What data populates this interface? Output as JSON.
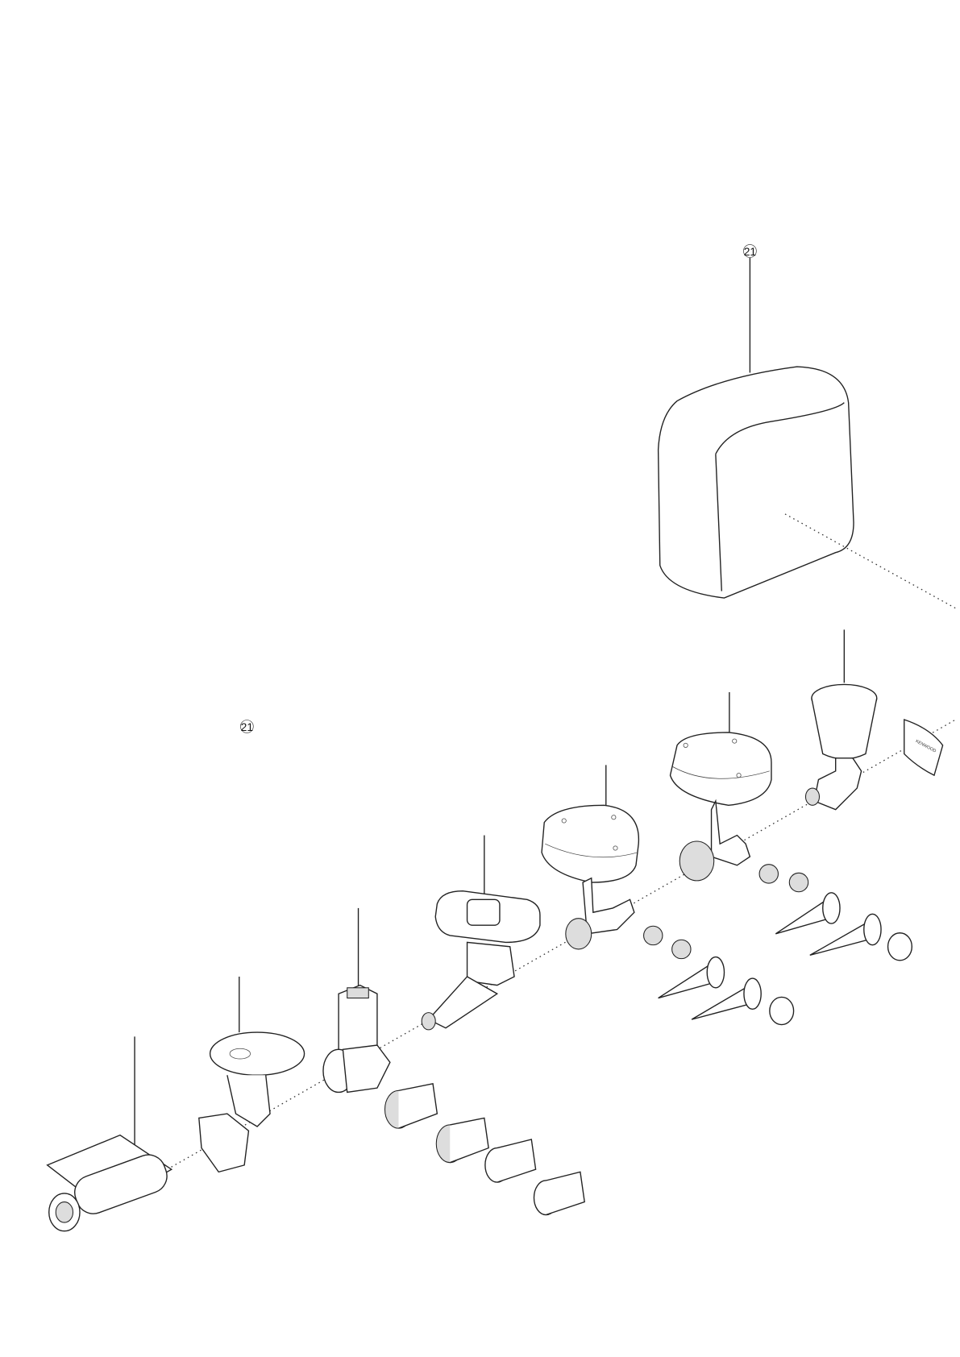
{
  "callouts": [
    {
      "label": "21",
      "target": "dust-cover"
    },
    {
      "label": "21"
    }
  ],
  "logo_text": "KENWOOD",
  "colors": {
    "line": "#222222",
    "background": "#ffffff"
  }
}
